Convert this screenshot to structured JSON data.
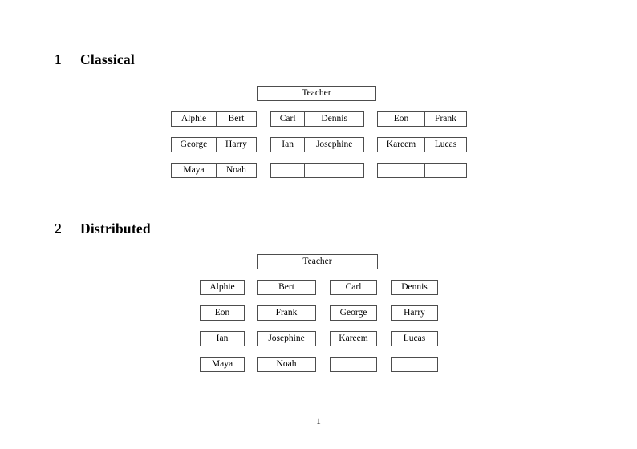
{
  "document": {
    "page_number": "1",
    "box_border_color": "#4d4d4d",
    "background_color": "#ffffff",
    "text_color": "#000000"
  },
  "sections": [
    {
      "number": "1",
      "title": "Classical",
      "teacher": "Teacher",
      "groups": [
        {
          "name": "left-group",
          "rows": [
            [
              "Alphie",
              "Bert"
            ],
            [
              "George",
              "Harry"
            ],
            [
              "Maya",
              "Noah"
            ]
          ]
        },
        {
          "name": "middle-group",
          "rows": [
            [
              "Carl",
              "Dennis"
            ],
            [
              "Ian",
              "Josephine"
            ],
            [
              "",
              ""
            ]
          ]
        },
        {
          "name": "right-group",
          "rows": [
            [
              "Eon",
              "Frank"
            ],
            [
              "Kareem",
              "Lucas"
            ],
            [
              "",
              ""
            ]
          ]
        }
      ]
    },
    {
      "number": "2",
      "title": "Distributed",
      "teacher": "Teacher",
      "rows": [
        [
          "Alphie",
          "Bert",
          "Carl",
          "Dennis"
        ],
        [
          "Eon",
          "Frank",
          "George",
          "Harry"
        ],
        [
          "Ian",
          "Josephine",
          "Kareem",
          "Lucas"
        ],
        [
          "Maya",
          "Noah",
          "",
          ""
        ]
      ]
    }
  ]
}
